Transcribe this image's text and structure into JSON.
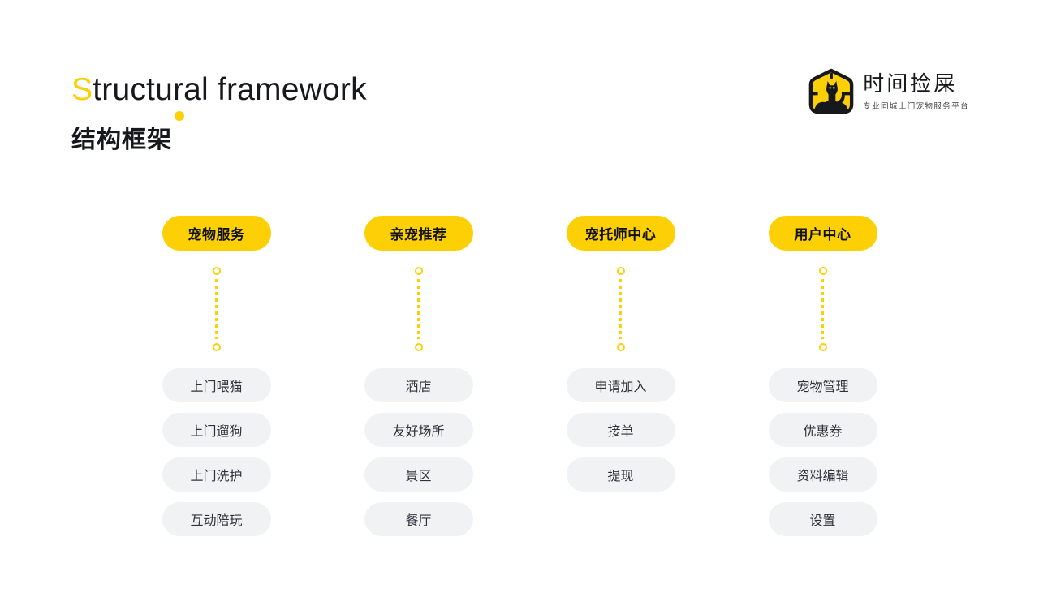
{
  "header": {
    "title_first_letter": "S",
    "title_rest": "tructural framework",
    "subtitle": "结构框架"
  },
  "logo": {
    "icon": "cat-in-house-icon",
    "name": "时间捡屎",
    "tagline": "专业同城上门宠物服务平台"
  },
  "colors": {
    "accent_yellow": "#fcd005",
    "pill_gray": "#f1f2f4",
    "ink": "#17181c"
  },
  "columns": [
    {
      "header": "宠物服务",
      "items": [
        "上门喂猫",
        "上门遛狗",
        "上门洗护",
        "互动陪玩"
      ]
    },
    {
      "header": "亲宠推荐",
      "items": [
        "酒店",
        "友好场所",
        "景区",
        "餐厅"
      ]
    },
    {
      "header": "宠托师中心",
      "items": [
        "申请加入",
        "接单",
        "提现"
      ]
    },
    {
      "header": "用户中心",
      "items": [
        "宠物管理",
        "优惠券",
        "资料编辑",
        "设置"
      ]
    }
  ]
}
